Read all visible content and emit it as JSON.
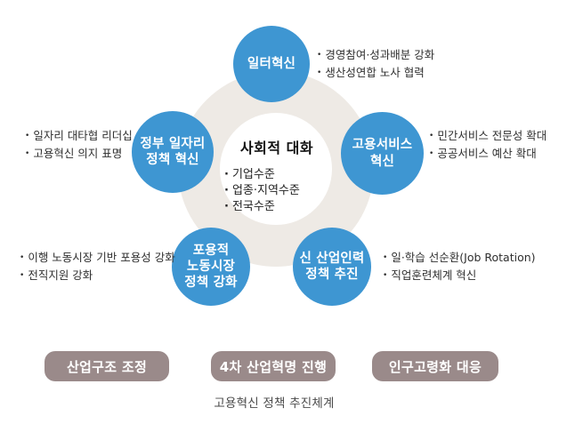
{
  "glyphs": {
    "bullet": "•",
    "middot": "·"
  },
  "center": {
    "title": "사회적 대화",
    "levels": [
      "기업수준",
      "업종·지역수준",
      "전국수준"
    ]
  },
  "nodes": {
    "top": {
      "lines": [
        "일터혁신"
      ],
      "bullets": [
        "경영참여·성과배분 강화",
        "생산성연합 노사 협력"
      ]
    },
    "upper_left": {
      "lines": [
        "정부 일자리",
        "정책 혁신"
      ],
      "bullets": [
        "일자리 대타협 리더십",
        "고용혁신 의지 표명"
      ]
    },
    "upper_right": {
      "lines": [
        "고용서비스",
        "혁신"
      ],
      "bullets": [
        "민간서비스 전문성 확대",
        "공공서비스 예산 확대"
      ]
    },
    "lower_left": {
      "lines": [
        "포용적",
        "노동시장",
        "정책 강화"
      ],
      "bullets": [
        "이행 노동시장 기반 포용성 강화",
        "전직지원 강화"
      ]
    },
    "lower_right": {
      "lines": [
        "신 산업인력",
        "정책 추진"
      ],
      "bullets": [
        "일·학습 선순환(Job Rotation)",
        "직업훈련체계 혁신"
      ]
    }
  },
  "footer": {
    "boxes": [
      "산업구조 조정",
      "4차 산업혁명 진행",
      "인구고령화 대응"
    ],
    "caption": "고용혁신 정책 추진체계"
  },
  "colors": {
    "node_blue": "#3e96d2",
    "ring_beige": "#eeeae5",
    "box_taupe": "#9a8a8a"
  }
}
